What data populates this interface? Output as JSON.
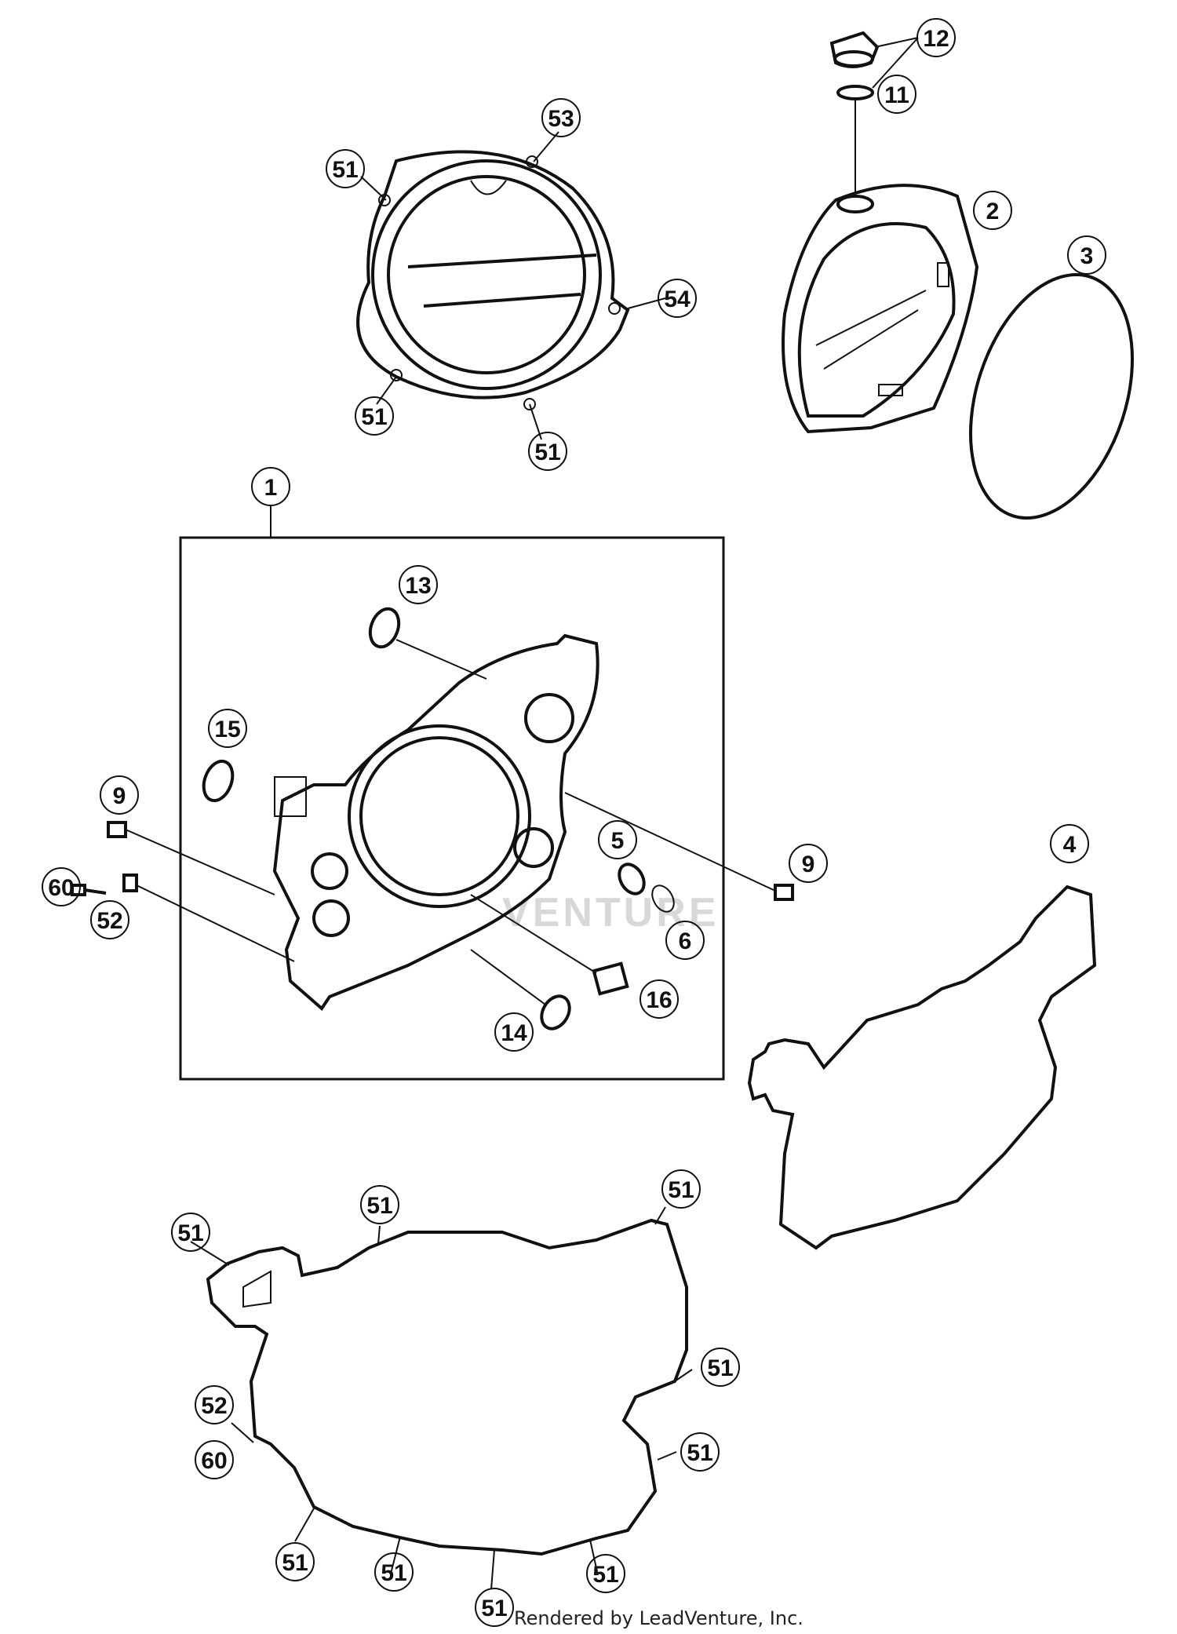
{
  "watermark": "VENTURE",
  "footer": "Rendered by LeadVenture, Inc.",
  "callouts": [
    {
      "id": "c1",
      "label": "1"
    },
    {
      "id": "c2",
      "label": "2"
    },
    {
      "id": "c3",
      "label": "3"
    },
    {
      "id": "c4",
      "label": "4"
    },
    {
      "id": "c5",
      "label": "5"
    },
    {
      "id": "c6",
      "label": "6"
    },
    {
      "id": "c9a",
      "label": "9"
    },
    {
      "id": "c9b",
      "label": "9"
    },
    {
      "id": "c11",
      "label": "11"
    },
    {
      "id": "c12",
      "label": "12"
    },
    {
      "id": "c13",
      "label": "13"
    },
    {
      "id": "c14",
      "label": "14"
    },
    {
      "id": "c15",
      "label": "15"
    },
    {
      "id": "c16",
      "label": "16"
    },
    {
      "id": "c53",
      "label": "53"
    },
    {
      "id": "c54",
      "label": "54"
    },
    {
      "id": "c51a",
      "label": "51"
    },
    {
      "id": "c51b",
      "label": "51"
    },
    {
      "id": "c51c",
      "label": "51"
    },
    {
      "id": "c60a",
      "label": "60"
    },
    {
      "id": "c52a",
      "label": "52"
    },
    {
      "id": "c51d",
      "label": "51"
    },
    {
      "id": "c51e",
      "label": "51"
    },
    {
      "id": "c51f",
      "label": "51"
    },
    {
      "id": "c51g",
      "label": "51"
    },
    {
      "id": "c51h",
      "label": "51"
    },
    {
      "id": "c52b",
      "label": "52"
    },
    {
      "id": "c60b",
      "label": "60"
    },
    {
      "id": "c51i",
      "label": "51"
    },
    {
      "id": "c51j",
      "label": "51"
    },
    {
      "id": "c51k",
      "label": "51"
    },
    {
      "id": "c51l",
      "label": "51"
    }
  ]
}
